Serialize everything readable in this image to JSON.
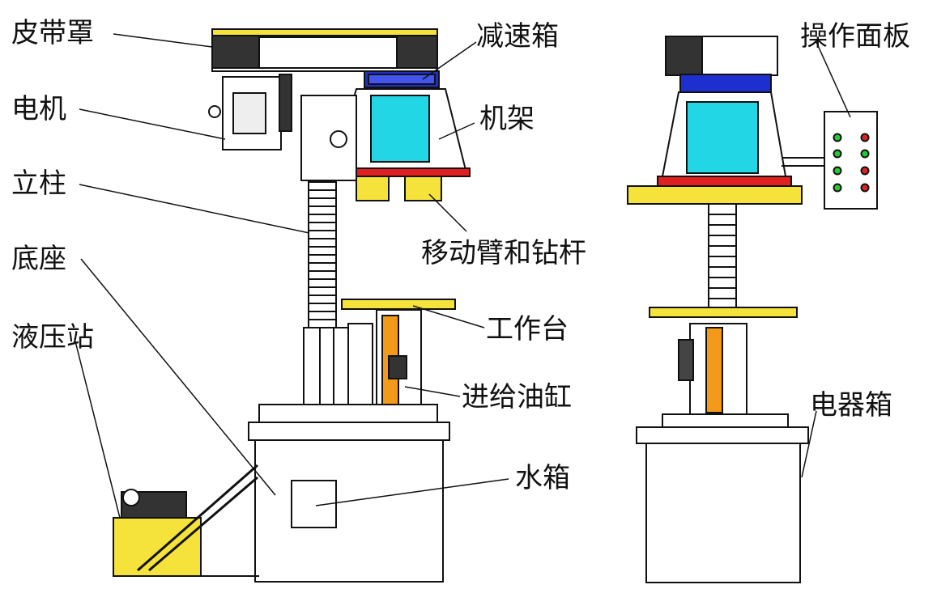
{
  "labels": {
    "belt_cover": "皮带罩",
    "motor": "电机",
    "column": "立柱",
    "base": "底座",
    "hydraulic_station": "液压站",
    "reducer": "减速箱",
    "frame": "机架",
    "moving_arm_drill_rod": "移动臂和钻杆",
    "worktable": "工作台",
    "feed_cylinder": "进给油缸",
    "water_tank": "水箱",
    "operation_panel": "操作面板",
    "electrical_box": "电器箱"
  },
  "colors": {
    "outline": "#111111",
    "yellow": "#f5e23a",
    "blue": "#1e2fd0",
    "cyan": "#22d6e6",
    "red": "#e02020",
    "orange": "#f39a1a",
    "green_led": "#22cc33",
    "red_led": "#dd2222"
  }
}
